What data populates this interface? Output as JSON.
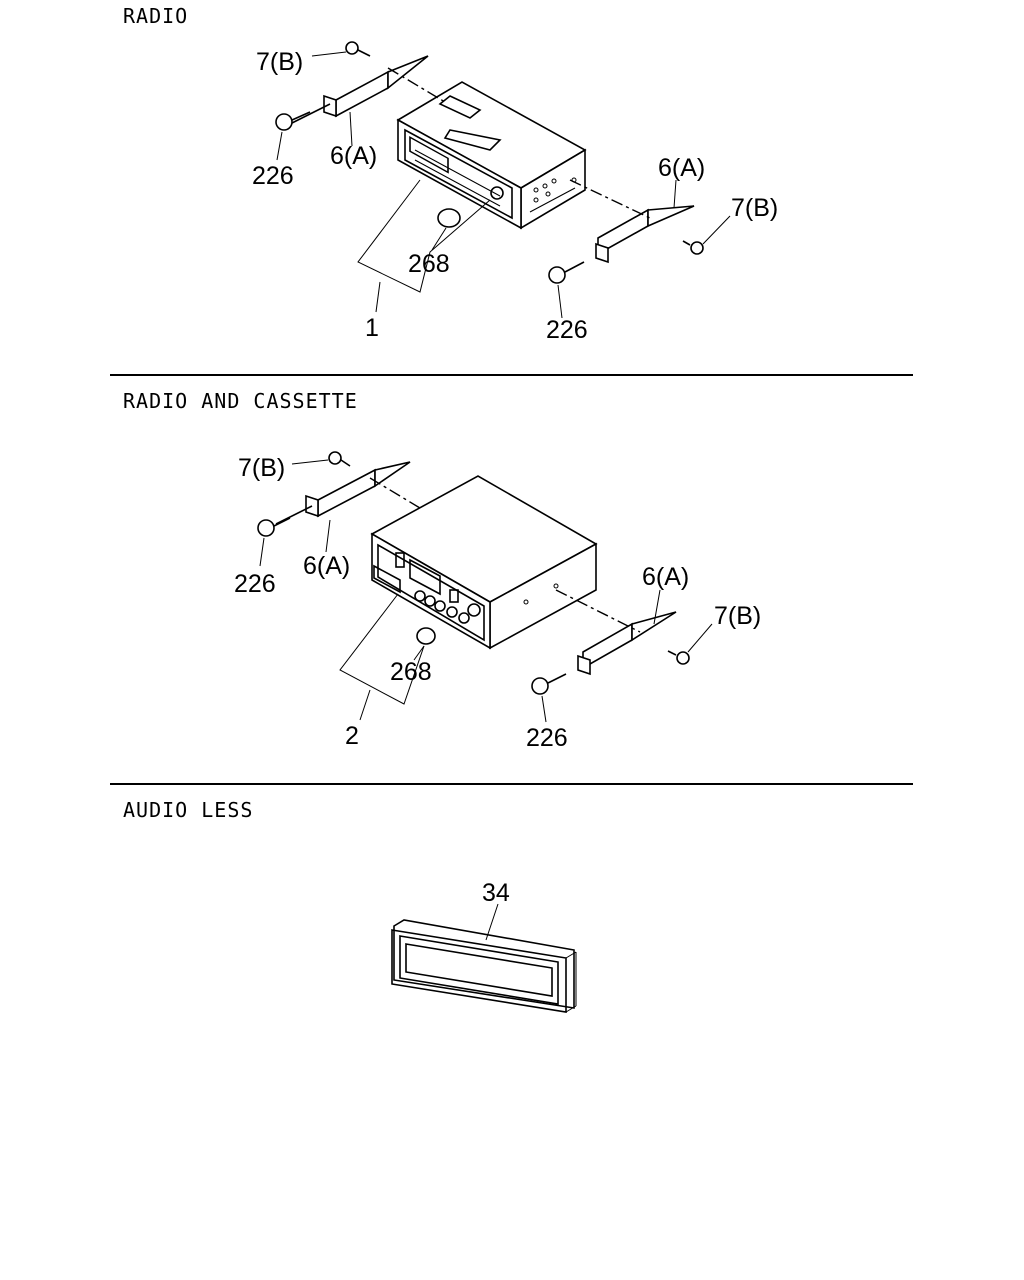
{
  "sections": [
    {
      "title": "RADIO",
      "callouts": [
        "7(B)",
        "226",
        "6(A)",
        "268",
        "1",
        "6(A)",
        "7(B)",
        "226"
      ]
    },
    {
      "title": "RADIO AND CASSETTE",
      "callouts": [
        "7(B)",
        "226",
        "6(A)",
        "268",
        "2",
        "6(A)",
        "7(B)",
        "226"
      ]
    },
    {
      "title": "AUDIO LESS",
      "callouts": [
        "34"
      ]
    }
  ]
}
